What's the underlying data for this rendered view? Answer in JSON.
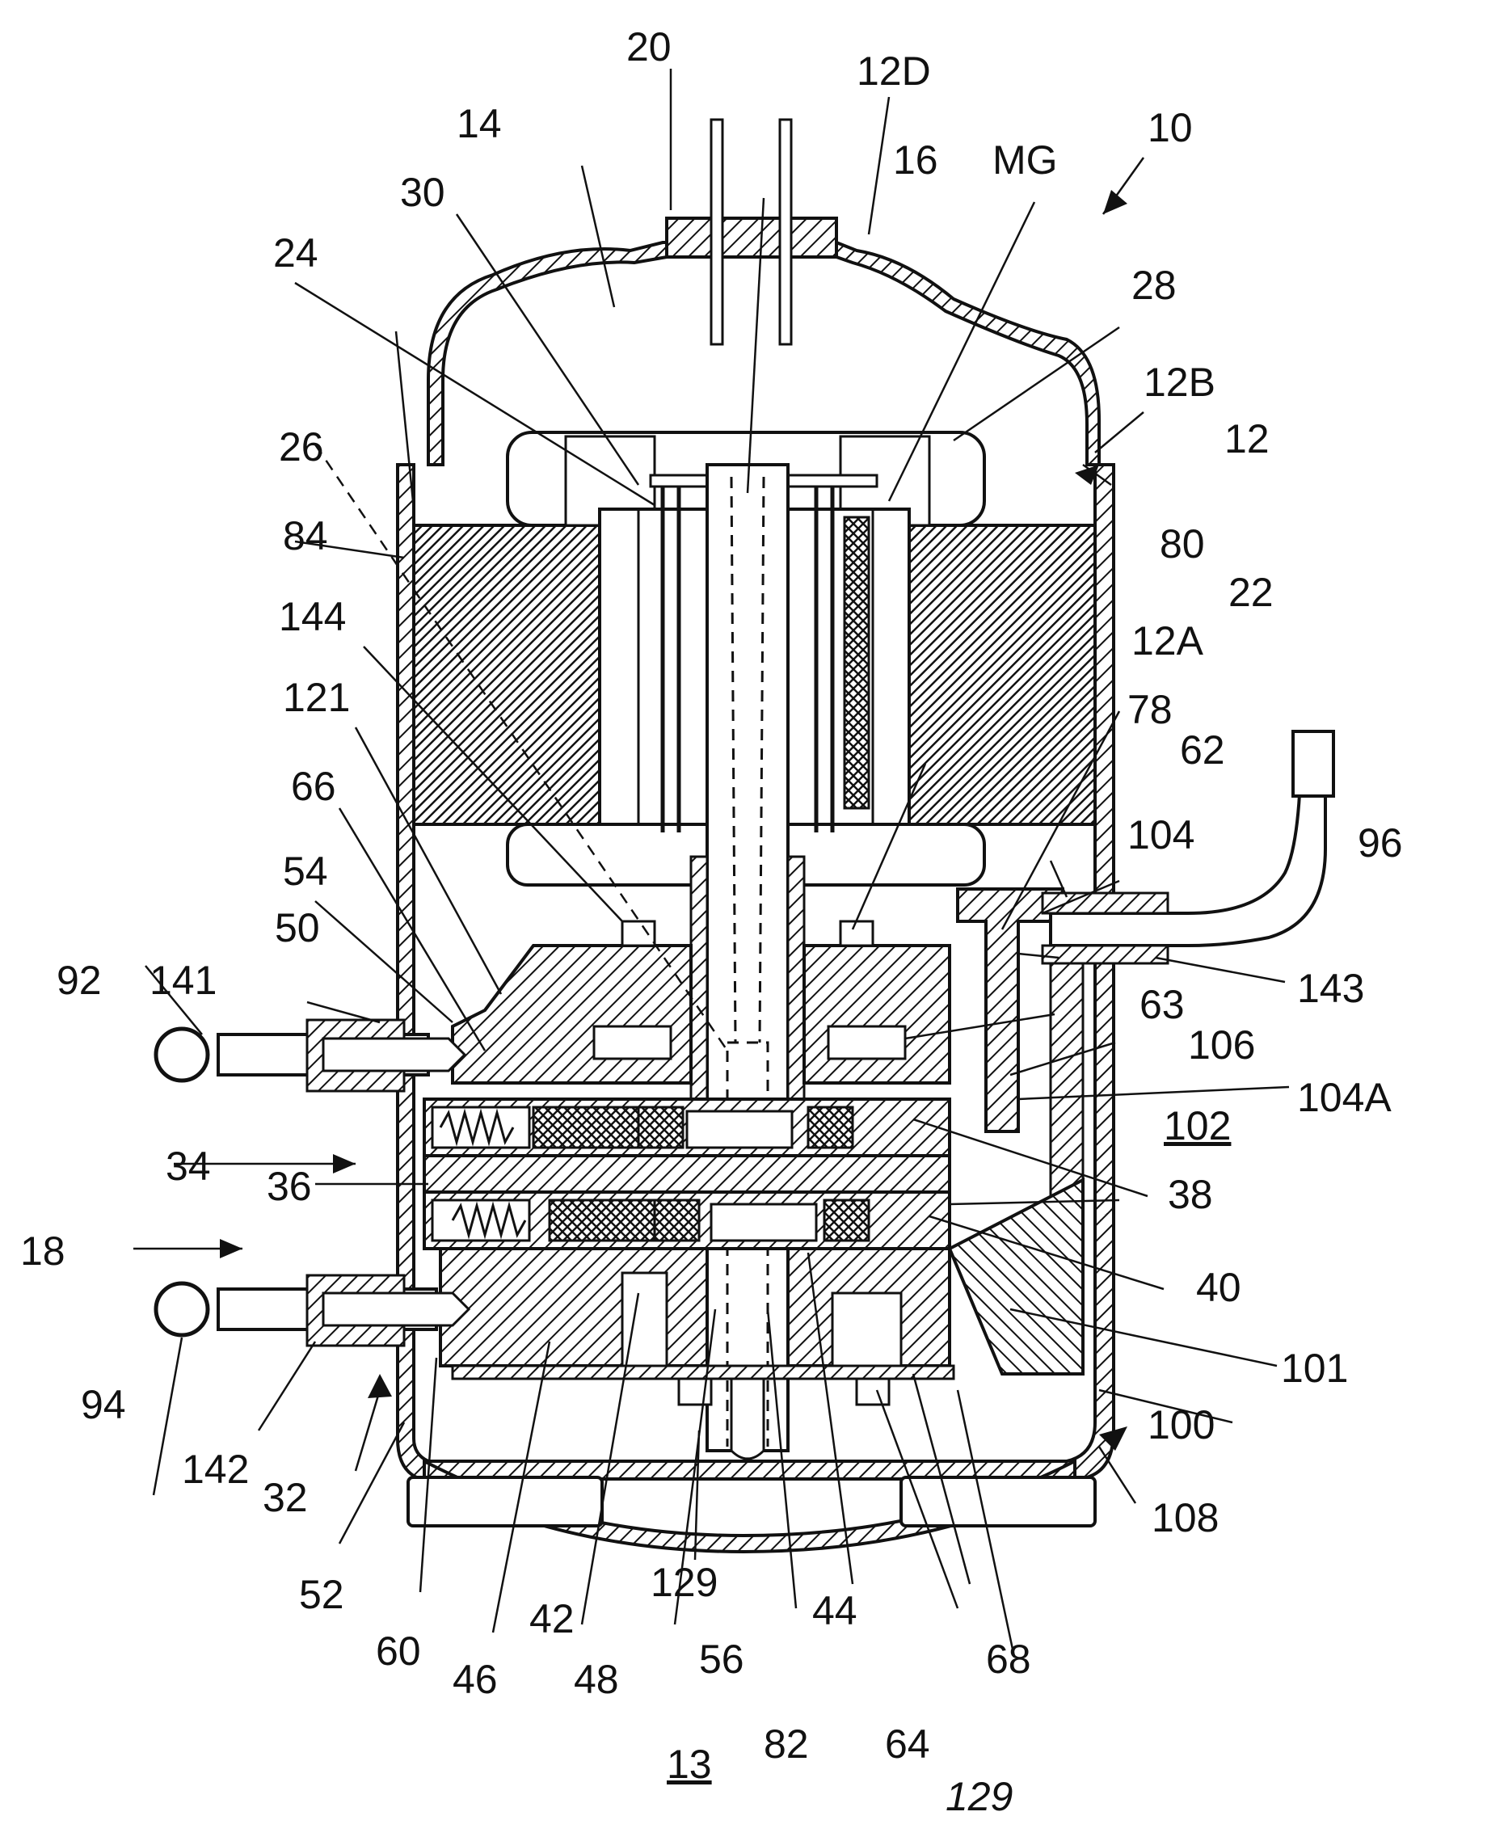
{
  "labels": {
    "l10": "10",
    "l12": "12",
    "l12A": "12A",
    "l12B": "12B",
    "l12D": "12D",
    "l13": "13",
    "l14": "14",
    "l16": "16",
    "l18": "18",
    "l20": "20",
    "l22": "22",
    "l24": "24",
    "l26": "26",
    "l28": "28",
    "l30": "30",
    "l32": "32",
    "l34": "34",
    "l36": "36",
    "l38": "38",
    "l40": "40",
    "l42": "42",
    "l44": "44",
    "l46": "46",
    "l48": "48",
    "l50": "50",
    "l52": "52",
    "l54": "54",
    "l56": "56",
    "l60": "60",
    "l62": "62",
    "l63": "63",
    "l64": "64",
    "l66": "66",
    "l68": "68",
    "l78": "78",
    "l80": "80",
    "l82": "82",
    "l84": "84",
    "l92": "92",
    "l94": "94",
    "l96": "96",
    "l100": "100",
    "l101": "101",
    "l102": "102",
    "l104": "104",
    "l104A": "104A",
    "l106": "106",
    "l108": "108",
    "l121": "121",
    "l129a": "129",
    "l129b": "129",
    "l141": "141",
    "l142": "142",
    "l143": "143",
    "l144": "144",
    "lMG": "MG"
  }
}
